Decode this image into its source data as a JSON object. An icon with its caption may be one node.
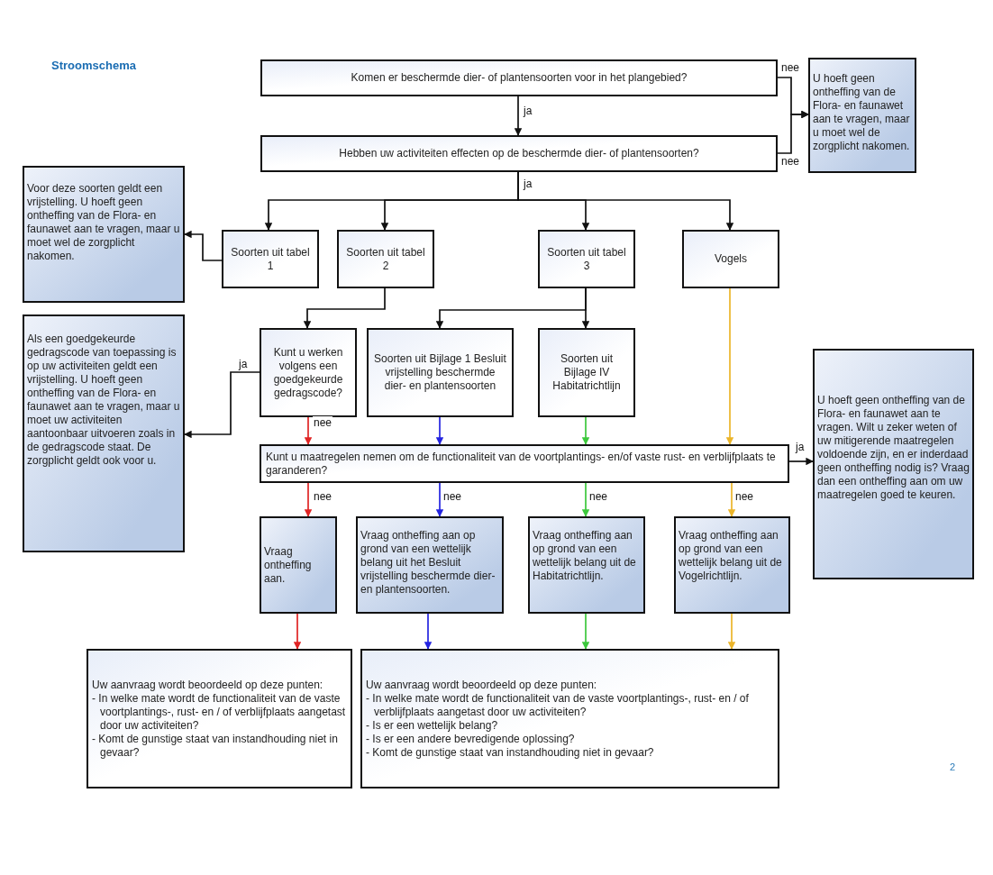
{
  "diagram": {
    "title": "Stroomschema",
    "nodes": [
      {
        "text": [
          "Komen er beschermde dier- of plantensoorten voor in het plangebied?"
        ]
      },
      {
        "text": [
          "Hebben uw activiteiten effecten op de beschermde dier- of plantensoorten?"
        ]
      },
      {
        "text": [
          "U hoeft geen ontheffing van de Flora- en faunawet aan te vragen, maar u moet wel de zorgplicht nakomen."
        ]
      },
      {
        "text": [
          "Voor deze soorten geldt een vrijstelling. U hoeft geen ontheffing van de Flora- en faunawet aan te vragen, maar u moet wel de zorgplicht nakomen."
        ]
      },
      {
        "text": [
          "Soorten uit tabel 1"
        ]
      },
      {
        "text": [
          "Soorten uit tabel 2"
        ]
      },
      {
        "text": [
          "Soorten uit tabel 3"
        ]
      },
      {
        "text": [
          "Vogels"
        ]
      },
      {
        "text": [
          "Kunt u werken volgens een goedgekeurde gedragscode?"
        ]
      },
      {
        "text": [
          "Soorten uit Bijlage 1 Besluit vrijstelling beschermde dier- en plantensoorten"
        ]
      },
      {
        "text": [
          "Soorten uit Bijlage IV Habitatrichtlijn"
        ]
      },
      {
        "text": [
          "Als een goedgekeurde gedragscode van toepassing is op uw activiteiten geldt een vrijstelling. U hoeft geen ontheffing van de Flora- en faunawet aan te vragen, maar u moet uw activiteiten aantoonbaar uitvoeren zoals in de gedragscode staat. De zorgplicht geldt ook voor u."
        ]
      },
      {
        "text": [
          "Kunt u maatregelen nemen om de functionaliteit van de voortplantings- en/of vaste rust- en verblijfplaats te garanderen?"
        ]
      },
      {
        "text": [
          "U hoeft geen ontheffing van de Flora- en faunawet aan te vragen. Wilt u zeker weten of uw mitigerende maatregelen voldoende zijn, en er inderdaad geen ontheffing nodig is? Vraag dan een ontheffing aan om uw maatregelen goed te keuren."
        ]
      },
      {
        "text": [
          "Vraag ontheffing aan."
        ]
      },
      {
        "text": [
          "Vraag ontheffing aan op grond van een wettelijk belang uit het Besluit vrijstelling beschermde dier- en plantensoorten."
        ]
      },
      {
        "text": [
          "Vraag ontheffing aan op grond van een wettelijk belang uit de Habitatrichtlijn."
        ]
      },
      {
        "text": [
          "Vraag ontheffing aan op grond van een wettelijk belang uit de Vogelrichtlijn."
        ]
      },
      {
        "text": [
          "Uw aanvraag wordt beoordeeld op deze punten:",
          "- In welke mate wordt de functionaliteit van de vaste voortplantings-, rust- en / of verblijfplaats aangetast door uw activiteiten?",
          "- Komt de gunstige staat van instandhouding niet in gevaar?"
        ]
      },
      {
        "text": [
          "Uw aanvraag wordt beoordeeld op deze punten:",
          "- In welke mate wordt de functionaliteit van de vaste voortplantings-, rust- en / of verblijfplaats aangetast door uw activiteiten?",
          "- Is er een wettelijk belang?",
          "- Is er een andere bevredigende oplossing?",
          "- Komt de gunstige staat van instandhouding niet in gevaar?"
        ]
      }
    ],
    "edges": [
      {
        "from": 0,
        "to": 1,
        "arrow": "to",
        "label": "ja"
      },
      {
        "from": 0,
        "to": 2,
        "arrow": "to",
        "label": "nee"
      },
      {
        "from": 1,
        "to": 2,
        "arrow": "to",
        "label": "nee"
      },
      {
        "from": 1,
        "to": 4,
        "arrow": "to",
        "label": "ja"
      },
      {
        "from": 1,
        "to": 5,
        "arrow": "to"
      },
      {
        "from": 1,
        "to": 6,
        "arrow": "to"
      },
      {
        "from": 1,
        "to": 7,
        "arrow": "to"
      },
      {
        "from": 4,
        "to": 3,
        "arrow": "to"
      },
      {
        "from": 5,
        "to": 8,
        "arrow": "to"
      },
      {
        "from": 6,
        "to": 9,
        "arrow": "to"
      },
      {
        "from": 6,
        "to": 10,
        "arrow": "to"
      },
      {
        "from": 8,
        "to": 11,
        "arrow": "to",
        "label": "ja"
      },
      {
        "from": 8,
        "to": 12,
        "arrow": "to",
        "label": "nee",
        "color": "#e02424"
      },
      {
        "from": 9,
        "to": 12,
        "arrow": "to",
        "color": "#2424e0"
      },
      {
        "from": 10,
        "to": 12,
        "arrow": "to",
        "color": "#3cc83c"
      },
      {
        "from": 7,
        "to": 12,
        "arrow": "to",
        "color": "#ebb52a"
      },
      {
        "from": 12,
        "to": 13,
        "arrow": "to",
        "label": "ja"
      },
      {
        "from": 12,
        "to": 14,
        "arrow": "to",
        "label": "nee",
        "color": "#e02424"
      },
      {
        "from": 12,
        "to": 15,
        "arrow": "to",
        "label": "nee",
        "color": "#2424e0"
      },
      {
        "from": 12,
        "to": 16,
        "arrow": "to",
        "label": "nee",
        "color": "#3cc83c"
      },
      {
        "from": 12,
        "to": 17,
        "arrow": "to",
        "label": "nee",
        "color": "#ebb52a"
      },
      {
        "from": 14,
        "to": 18,
        "arrow": "to",
        "color": "#e02424"
      },
      {
        "from": 15,
        "to": 19,
        "arrow": "to",
        "color": "#2424e0"
      },
      {
        "from": 16,
        "to": 19,
        "arrow": "to",
        "color": "#3cc83c"
      },
      {
        "from": 17,
        "to": 19,
        "arrow": "to",
        "color": "#ebb52a"
      }
    ],
    "labels": [
      "2"
    ]
  }
}
